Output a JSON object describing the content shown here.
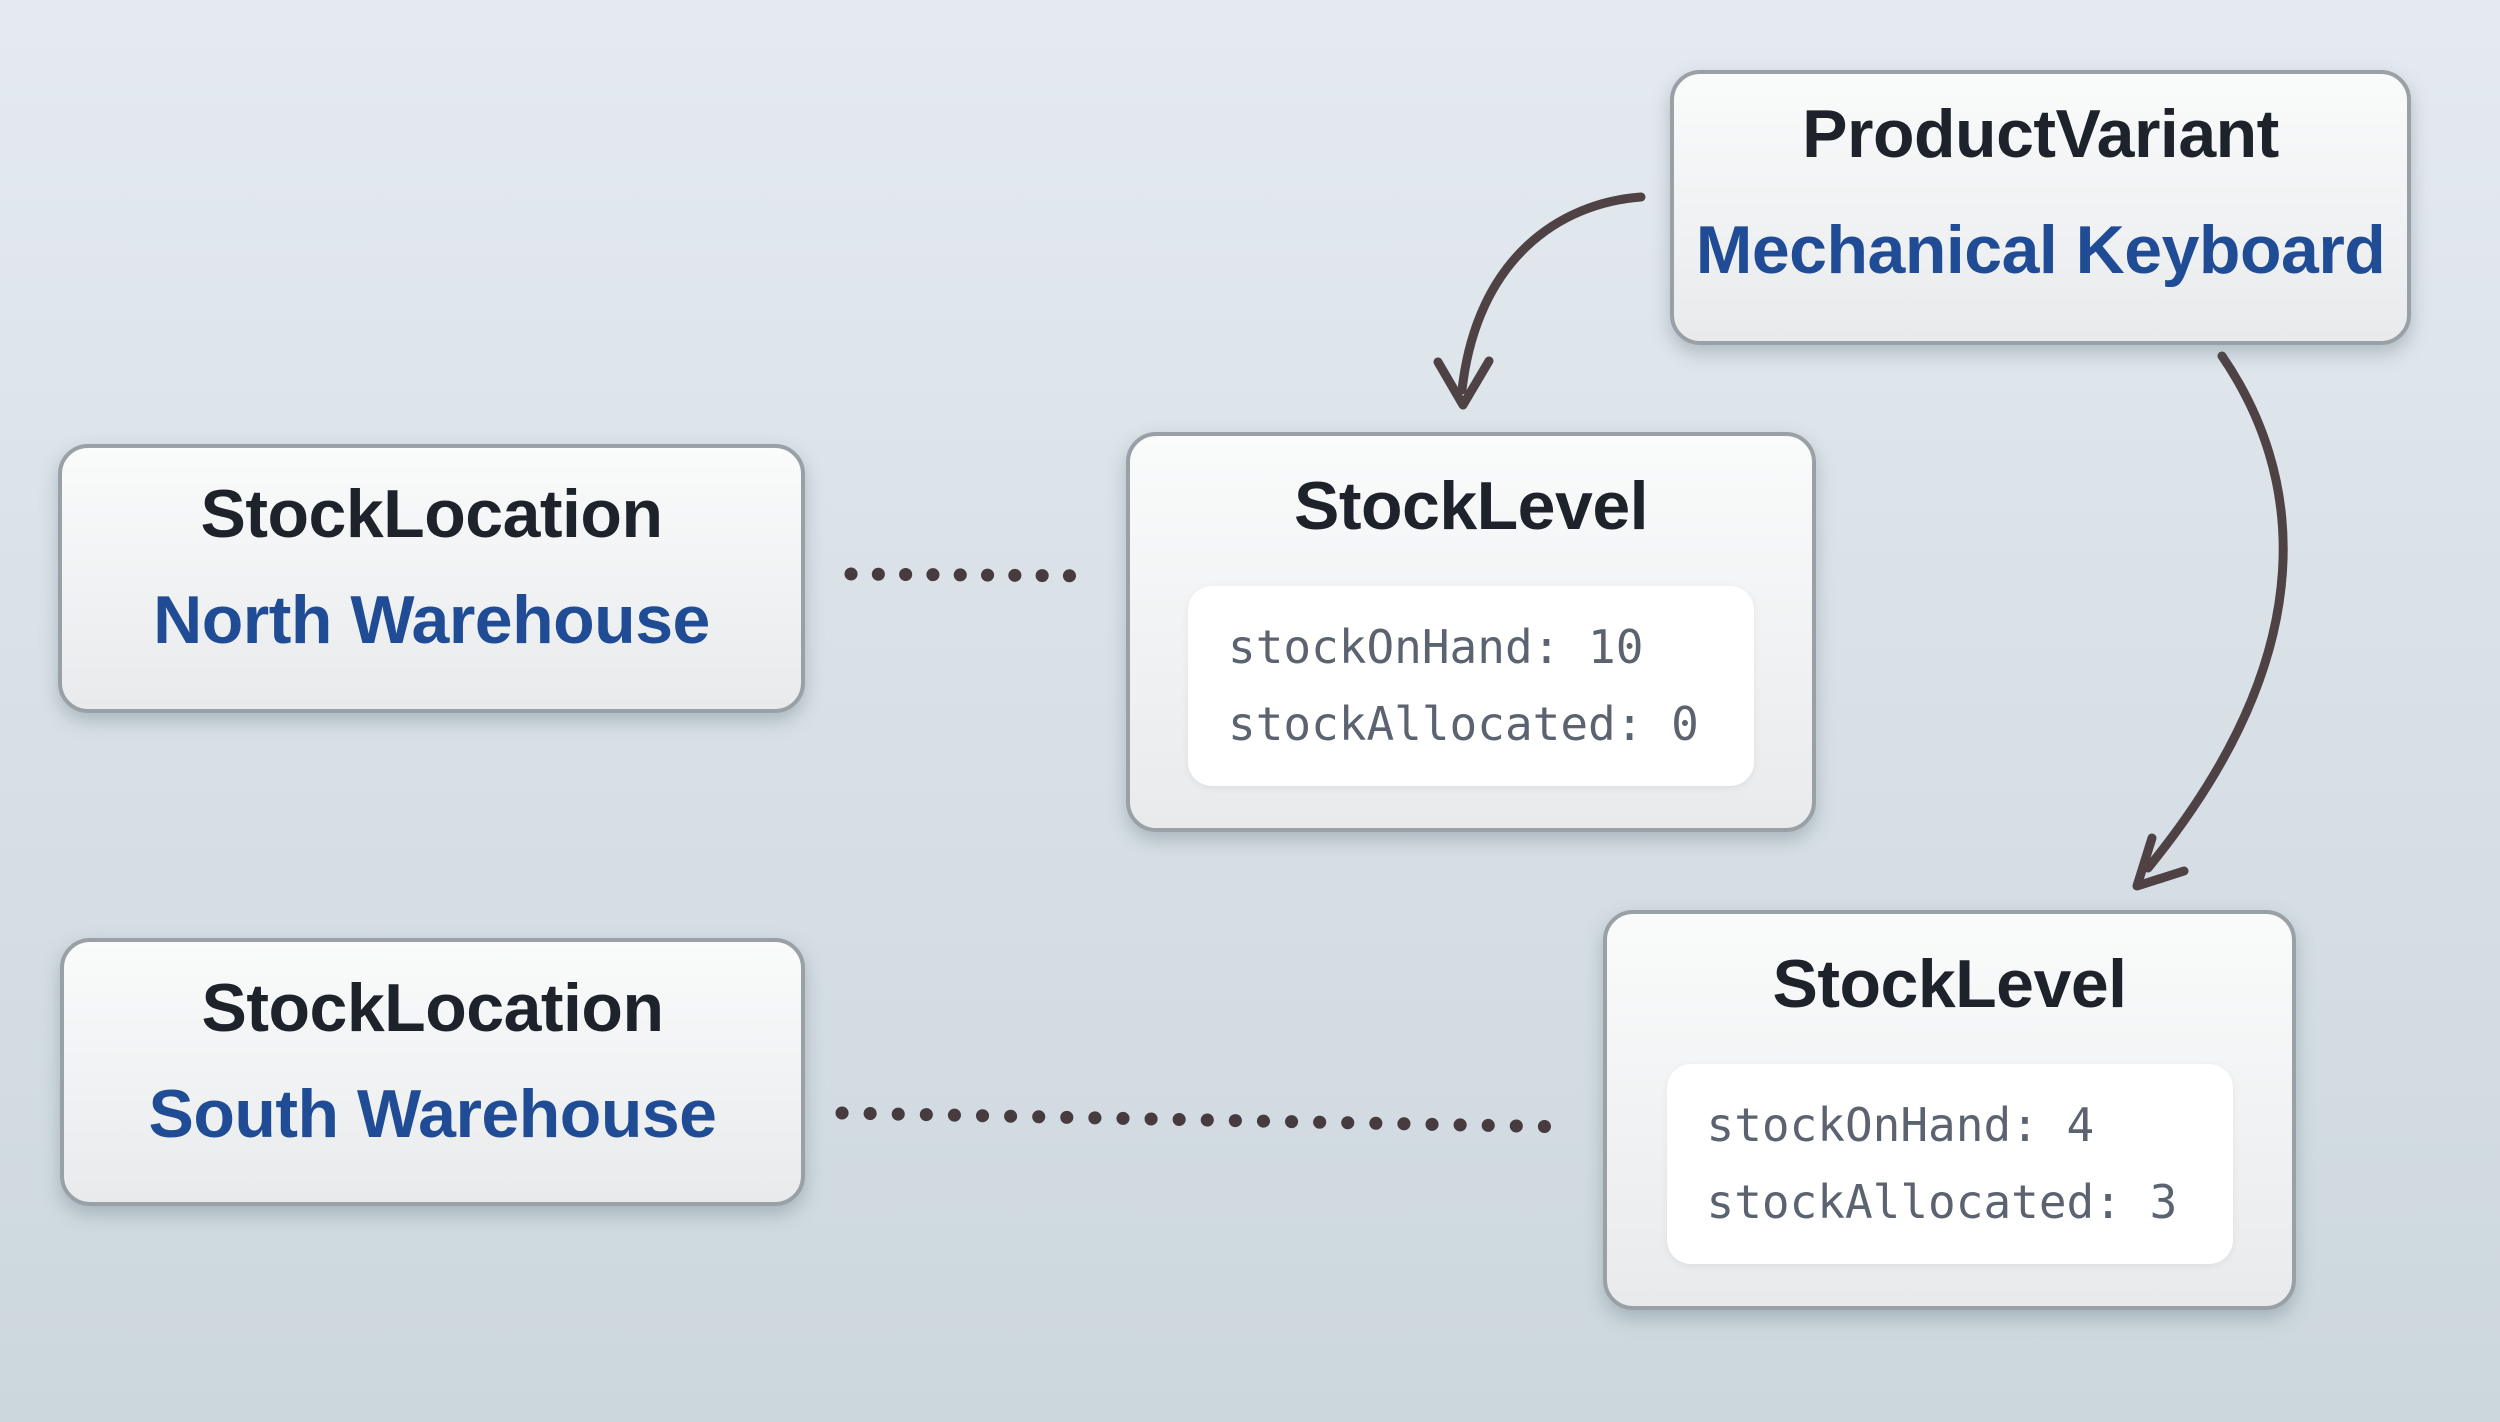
{
  "diagram": {
    "description_label": "inventory-entity-relationship-diagram"
  },
  "nodes": {
    "product_variant": {
      "type_label": "ProductVariant",
      "instance_label": "Mechanical Keyboard"
    },
    "stock_location_north": {
      "type_label": "StockLocation",
      "instance_label": "North Warehouse"
    },
    "stock_location_south": {
      "type_label": "StockLocation",
      "instance_label": "South Warehouse"
    },
    "stock_level_north": {
      "type_label": "StockLevel",
      "fields": [
        "stockOnHand: 10",
        "stockAllocated: 0"
      ]
    },
    "stock_level_south": {
      "type_label": "StockLevel",
      "fields": [
        "stockOnHand: 4",
        "stockAllocated: 3"
      ]
    }
  },
  "colors": {
    "bg_top": "#e4eaf0",
    "bg_bottom": "#ccd7dd",
    "node_border": "#99a1a7",
    "node_fill_top": "#fafbfb",
    "node_fill_bottom": "#e8eaec",
    "panel_bg": "#ffffff",
    "heading_text": "#1d222b",
    "accent_blue": "#1f4c94",
    "mono_text": "#5c6370",
    "arrow_stroke": "#4e4245",
    "dot_stroke": "#473b3f"
  }
}
